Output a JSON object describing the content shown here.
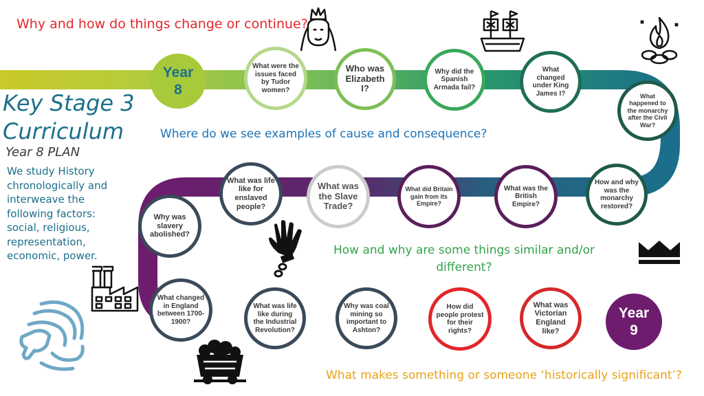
{
  "top_question": "Why and how do things change or continue?",
  "title_line1": "Key Stage 3",
  "title_line2": "Curriculum",
  "subtitle": "Year 8 PLAN",
  "intro": "We study History chronologically and interweave the following factors: social, religious, representation, economic, power.",
  "q_cause": "Where do we see examples of cause and consequence?",
  "q_similar": "How and why are some things similar and/or different?",
  "q_significant": "What makes something or someone ‘historically significant’?",
  "year_start": "Year\n8",
  "year_end": "Year\n9",
  "topics": [
    "What were the issues faced by Tudor women?",
    "Who was Elizabeth I?",
    "Why did the Spanish Armada fail?",
    "What changed under King James I?",
    "What happened to the monarchy after the Civil War?",
    "How and why was the monarchy restored?",
    "What was the British Empire?",
    "What did Britain gain from its Empire?",
    "What was the Slave Trade?",
    "What was life like for enslaved people?",
    "Why was slavery abolished?",
    "What changed in England between 1700-1900?",
    "What was life like during the Industrial Revolution?",
    "Why was coal mining so important to Ashton?",
    "How did people protest for their rights?",
    "What was Victorian England like?"
  ],
  "colors": {
    "red": "#e3262b",
    "teal": "#1b6f8a",
    "blue": "#1a73b8",
    "green": "#33a34a",
    "orange": "#e8a21a",
    "lime": "#a8c93a",
    "purple": "#6e1c6e"
  },
  "icons": [
    "queen-icon",
    "galleon-ship-icon",
    "bonfire-icon",
    "crown-icon",
    "chained-hand-icon",
    "factory-icon",
    "coal-cart-icon",
    "lion-logo-icon"
  ]
}
